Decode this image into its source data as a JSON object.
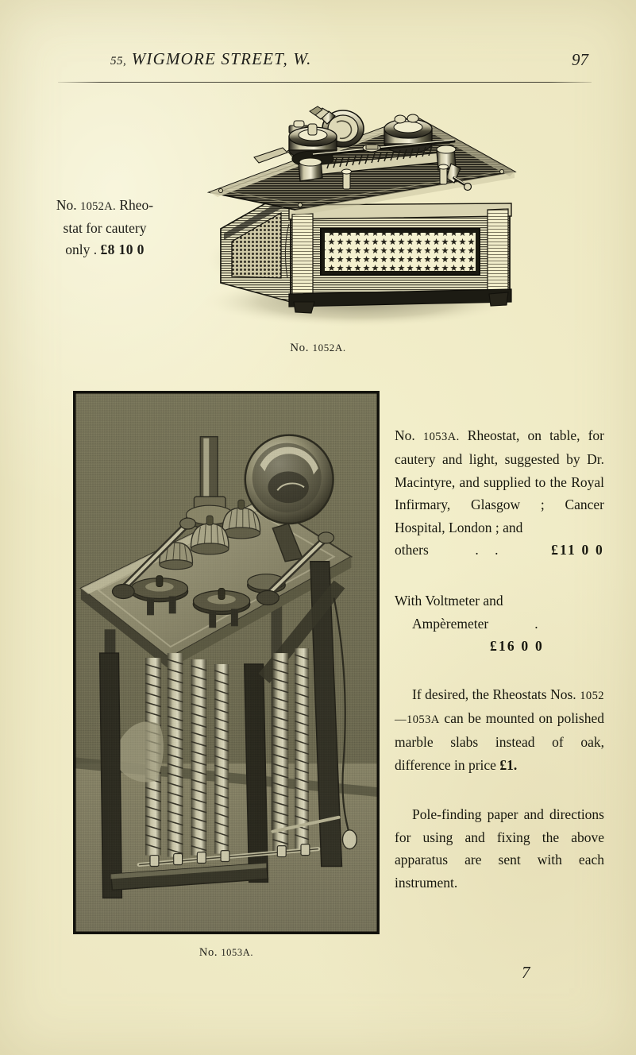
{
  "page": {
    "background_color": "#f2eecb",
    "ink_color": "#18180f",
    "folio": "7"
  },
  "header": {
    "street_number": "55,",
    "title": "WIGMORE STREET, W.",
    "page_number": "97"
  },
  "figure_top": {
    "caption": "No. 1052A.",
    "caption_prefix": "No.",
    "caption_number": "1052A.",
    "alt": "engraving of an oak-cased rheostat with perforated star-pattern grille panels, sloped top, resistance coil and two brass terminals"
  },
  "caption_left": {
    "line1_prefix": "No.",
    "line1_number": "1052A.",
    "line1_rest": "Rheo-",
    "line2": "stat for cautery",
    "line3_lead": "only .",
    "line3_price": "£8 10  0"
  },
  "figure_bottom": {
    "caption_prefix": "No.",
    "caption_number": "1053A.",
    "alt": "halftone photograph of a rheostat mounted on a wooden table with circular meter and helical resistance coils suspended beneath"
  },
  "right_column": {
    "para1": {
      "lead_prefix": "No.",
      "lead_number": "1053A.",
      "body": "Rheostat, on table, for cautery and light, suggested by Dr. Macintyre, and supplied to the Royal Infirmary, Glasgow ; Cancer Hospital, London ; and",
      "price_label": "others",
      "price_dots": ".    .",
      "price_amount": "£11  0  0"
    },
    "para2": {
      "line1": "With Voltmeter and",
      "line2": "Ampèremeter",
      "line2_dot": ".",
      "amount": "£16  0  0"
    },
    "para3": {
      "text_before": "If desired, the Rheostats Nos.",
      "numbers": "1052—1053A",
      "text_after": "can be mounted on polished marble slabs instead of oak, differ-ence in price",
      "tail_plain": "can be mounted on polished marble slabs instead of oak, difference in price",
      "amount": "£1."
    },
    "para4": {
      "text": "Pole-finding paper and directions for using and fixing the above apparatus are sent with each instrument."
    }
  }
}
